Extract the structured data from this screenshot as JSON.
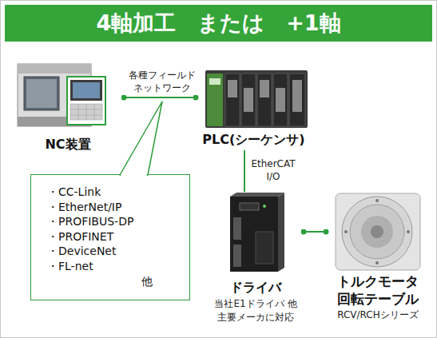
{
  "diagram": {
    "title": "4軸加工　または　+1軸",
    "nodes": [
      {
        "text": [
          "NC装置"
        ]
      },
      {
        "text": [
          "PLC(シーケンサ)"
        ]
      },
      {
        "text": [
          "ドライバ",
          "当社E1ドライバ 他 主要メーカに対応"
        ]
      },
      {
        "text": [
          "トルクモータ 回転テーブル",
          "RCV/RCHシリーズ"
        ]
      },
      {
        "text": [
          "・CC-Link",
          "・EtherNet/IP",
          "・PROFIBUS-DP",
          "・PROFINET",
          "・DeviceNet",
          "・FL-net",
          "他"
        ]
      }
    ],
    "edges": [
      {
        "from": 0,
        "to": 1,
        "arrow": "none",
        "label": "各種フィールド ネットワーク"
      },
      {
        "from": 1,
        "to": 2,
        "arrow": "none",
        "label": "EtherCAT I/O"
      },
      {
        "from": 2,
        "to": 3,
        "arrow": "none"
      }
    ]
  }
}
